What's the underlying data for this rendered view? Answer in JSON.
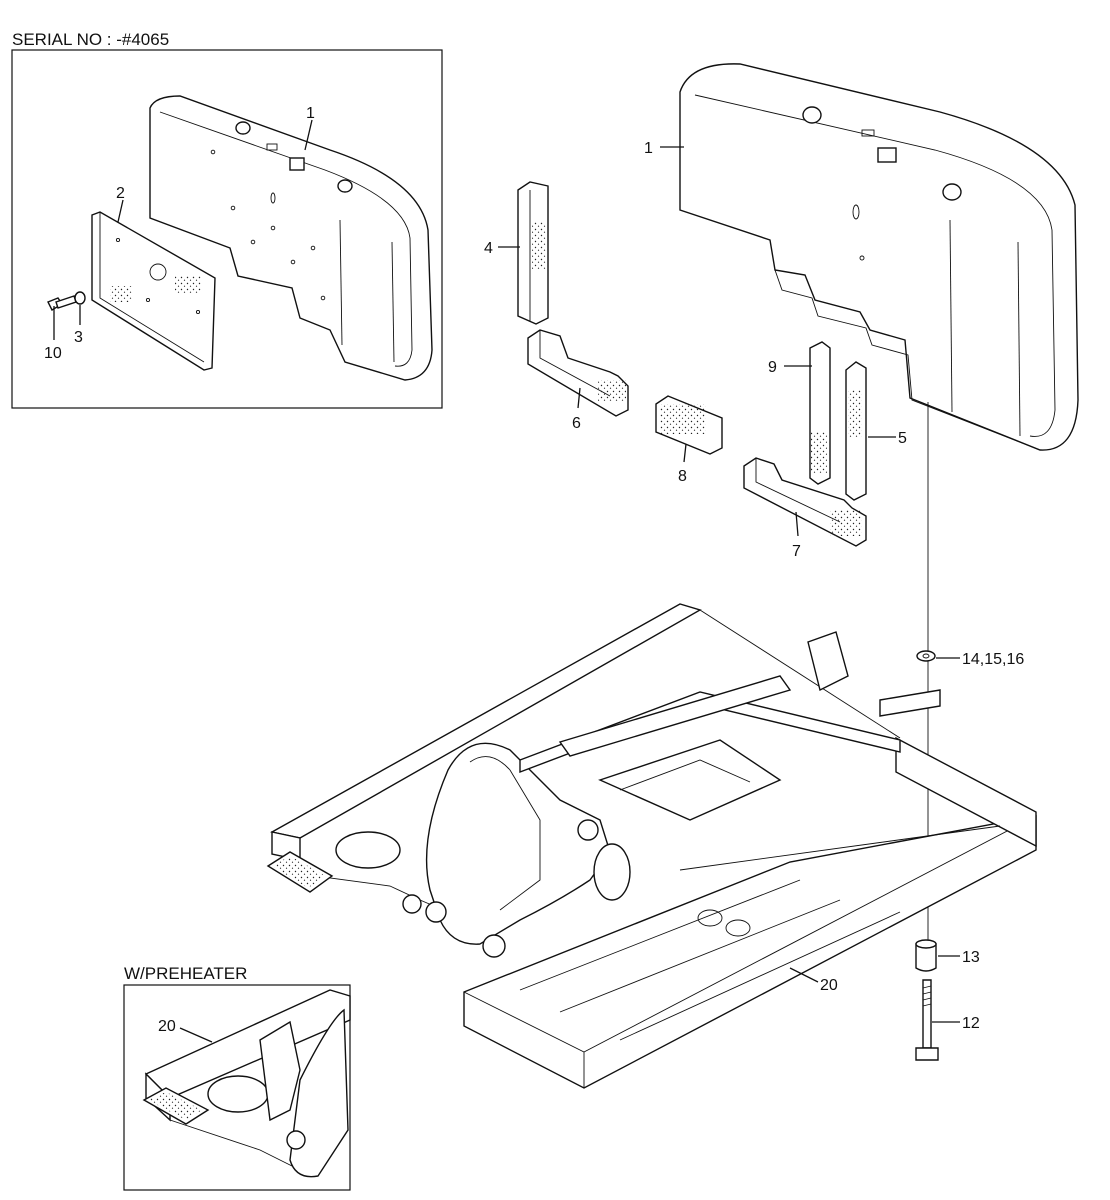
{
  "insets": {
    "serial_caption": "SERIAL NO : -#4065",
    "preheater_caption": "W/PREHEATER"
  },
  "callouts": {
    "c1_inset": "1",
    "c2": "2",
    "c3": "3",
    "c10": "10",
    "c1_main": "1",
    "c4": "4",
    "c6": "6",
    "c8": "8",
    "c9": "9",
    "c5": "5",
    "c7": "7",
    "c14_15_16": "14,15,16",
    "c13": "13",
    "c12": "12",
    "c20_main": "20",
    "c20_inset": "20"
  },
  "colors": {
    "ink": "#111111",
    "paper": "#ffffff"
  }
}
